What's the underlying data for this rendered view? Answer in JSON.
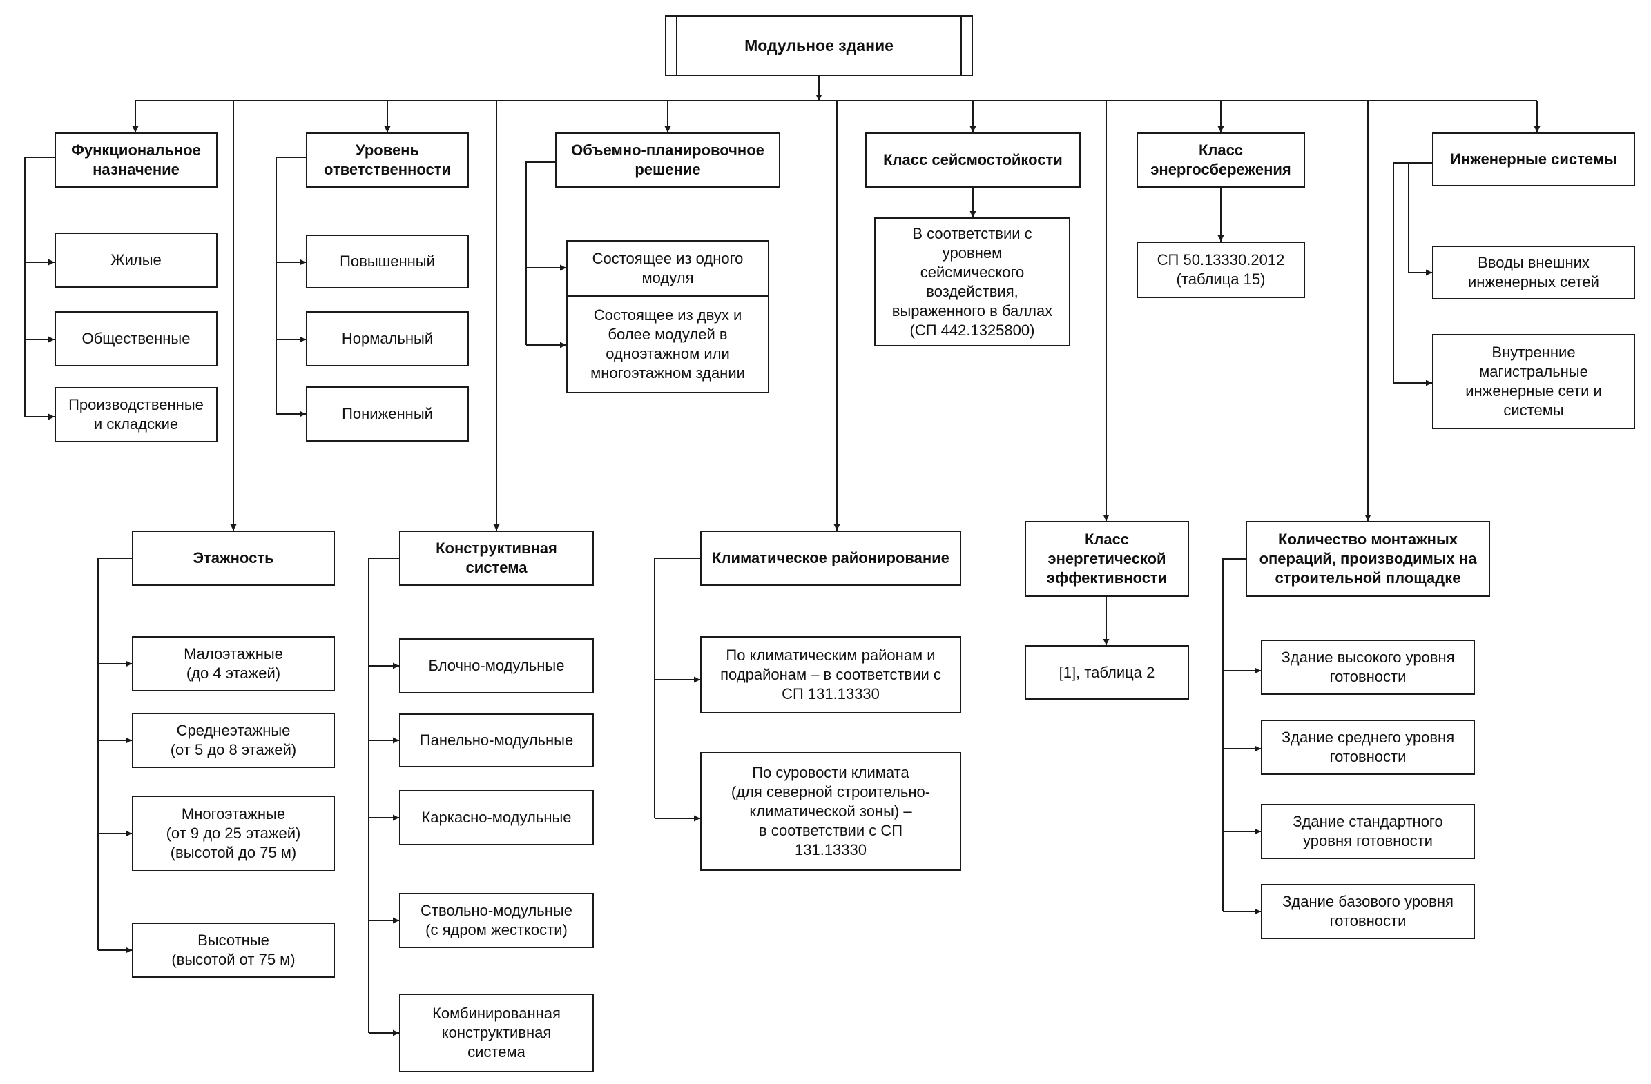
{
  "diagram": {
    "root": "Модульное здание",
    "functional": {
      "title": "Функциональное\nназначение",
      "items": [
        "Жилые",
        "Общественные",
        "Производственные\nи складские"
      ]
    },
    "responsibility": {
      "title": "Уровень\nответственности",
      "items": [
        "Повышенный",
        "Нормальный",
        "Пониженный"
      ]
    },
    "planning": {
      "title": "Объемно-планировочное\nрешение",
      "items": [
        "Состоящее из одного\nмодуля",
        "Состоящее из двух и\nболее модулей в\nодноэтажном или\nмногоэтажном здании"
      ]
    },
    "seismic": {
      "title": "Класс сейсмостойкости",
      "items": [
        "В соответствии с\nуровнем\nсейсмического\nвоздействия,\nвыраженного в баллах\n(СП 442.1325800)"
      ]
    },
    "energy_saving": {
      "title": "Класс\nэнергосбережения",
      "items": [
        "СП 50.13330.2012\n(таблица 15)"
      ]
    },
    "engineering": {
      "title": "Инженерные системы",
      "items": [
        "Вводы внешних\nинженерных сетей",
        "Внутренние\nмагистральные\nинженерные сети и\nсистемы"
      ]
    },
    "floors": {
      "title": "Этажность",
      "items": [
        "Малоэтажные\n(до 4 этажей)",
        "Среднеэтажные\n(от 5 до 8 этажей)",
        "Многоэтажные\n(от 9 до 25 этажей)\n(высотой до 75 м)",
        "Высотные\n(высотой от 75 м)"
      ]
    },
    "structural": {
      "title": "Конструктивная\nсистема",
      "items": [
        "Блочно-модульные",
        "Панельно-модульные",
        "Каркасно-модульные",
        "Ствольно-модульные\n(с ядром жесткости)",
        "Комбинированная\nконструктивная\nсистема"
      ]
    },
    "climate": {
      "title": "Климатическое районирование",
      "items": [
        "По климатическим районам и\nподрайонам – в соответствии с\nСП 131.13330",
        "По суровости климата\n(для северной строительно-\nклиматической зоны) –\nв соответствии с СП\n131.13330"
      ]
    },
    "energy_efficiency": {
      "title": "Класс\nэнергетической\nэффективности",
      "items": [
        "[1], таблица 2"
      ]
    },
    "assembly": {
      "title": "Количество монтажных\nопераций, производимых на\nстроительной площадке",
      "items": [
        "Здание высокого уровня\nготовности",
        "Здание среднего уровня\nготовности",
        "Здание стандартного\nуровня готовности",
        "Здание базового уровня\nготовности"
      ]
    }
  },
  "colors": {
    "line": "#1a1a1a",
    "text": "#111111",
    "box_fill": "#ffffff"
  }
}
